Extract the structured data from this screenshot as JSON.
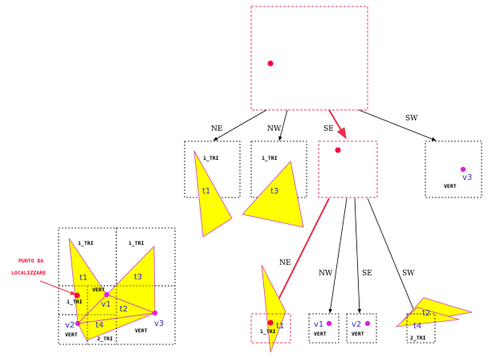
{
  "colors": {
    "node_border_red": "#e8406a",
    "node_border_black": "#000000",
    "triangle_fill": "#ffff00",
    "triangle_stroke": "#d040c0",
    "point_red": "#ff0040",
    "point_magenta": "#e020e0",
    "path_red": "#e8304a",
    "text_blue": "#3030c0",
    "text_red": "#ff0030"
  },
  "edge_labels": {
    "root_ne": "NE",
    "root_nw": "NW",
    "root_se": "SE",
    "root_sw": "SW",
    "child_ne": "NE",
    "child_nw": "NW",
    "child_se": "SE",
    "child_sw": "SW"
  },
  "level1": {
    "ne": {
      "tag": "1_TRI",
      "tri": "t1"
    },
    "nw": {
      "tag": "1_TRI",
      "tri": "t3"
    },
    "sw": {
      "vertex": "v3",
      "tag": "VERT"
    }
  },
  "level2": {
    "ne": {
      "tri": "t1",
      "tag": "1_TRI"
    },
    "nw": {
      "vertex": "v1",
      "tag": "VERT"
    },
    "se": {
      "vertex": "v2",
      "tag": "VERT"
    },
    "sw": {
      "tri_a": "t2",
      "tri_b": "t4",
      "tag": "2_TRI"
    }
  },
  "map": {
    "query_label_line1": "PUNTO DA",
    "query_label_line2": "LOCALIZZARE",
    "tags": {
      "nw_top": "1_TRI",
      "ne_top": "1_TRI",
      "vert_center": "VERT",
      "tri_left": "1_TRI",
      "vert_left": "VERT",
      "tri_bottom": "2_TRI",
      "vert_right": "VERT"
    },
    "triangles": {
      "t1": "t1",
      "t2": "t2",
      "t3": "t3",
      "t4": "t4"
    },
    "vertices": {
      "v1": "v1",
      "v2": "v2",
      "v3": "v3"
    }
  }
}
